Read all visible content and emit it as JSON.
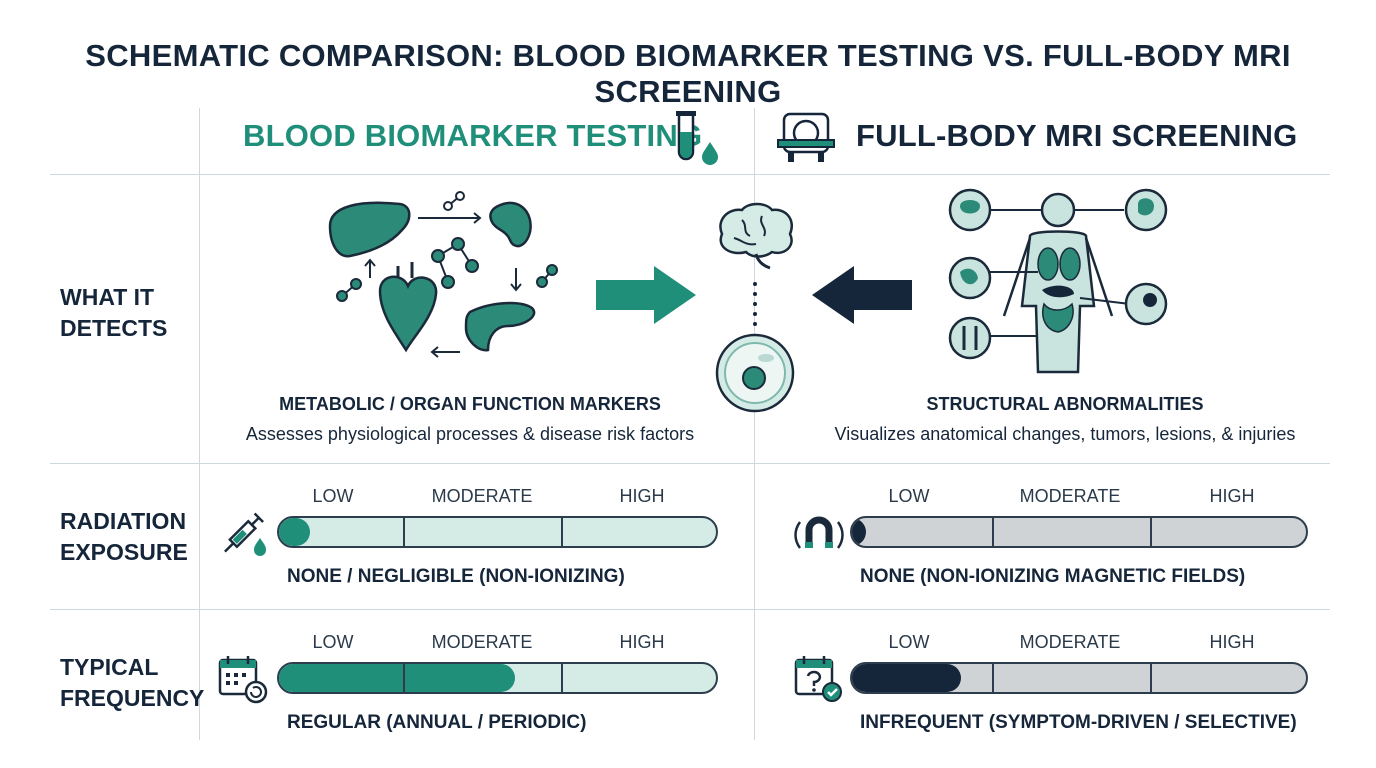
{
  "title": "SCHEMATIC COMPARISON: BLOOD BIOMARKER TESTING VS. FULL-BODY MRI SCREENING",
  "columns": {
    "blood": {
      "heading": "BLOOD BIOMARKER TESTING",
      "color": "#1f8f7a"
    },
    "mri": {
      "heading": "FULL-BODY MRI SCREENING",
      "color": "#16263a"
    }
  },
  "rows": {
    "detects": {
      "label_line1": "WHAT IT",
      "label_line2": "DETECTS",
      "blood_title": "METABOLIC / ORGAN FUNCTION MARKERS",
      "blood_desc": "Assesses physiological processes & disease risk factors",
      "mri_title": "STRUCTURAL ABNORMALITIES",
      "mri_desc": "Visualizes anatomical changes, tumors, lesions, & injuries"
    },
    "radiation": {
      "label_line1": "RADIATION",
      "label_line2": "EXPOSURE",
      "scale": [
        "LOW",
        "MODERATE",
        "HIGH"
      ],
      "blood_level": 0.07,
      "mri_level": 0.03,
      "blood_text": "NONE / NEGLIGIBLE (NON-IONIZING)",
      "mri_text": "NONE (NON-IONIZING MAGNETIC FIELDS)"
    },
    "frequency": {
      "label_line1": "TYPICAL",
      "label_line2": "FREQUENCY",
      "scale": [
        "LOW",
        "MODERATE",
        "HIGH"
      ],
      "blood_level": 0.54,
      "mri_level": 0.24,
      "blood_text": "REGULAR (ANNUAL / PERIODIC)",
      "mri_text": "INFREQUENT (SYMPTOM-DRIVEN / SELECTIVE)"
    }
  },
  "colors": {
    "teal": "#1f8f7a",
    "teal_light": "#d5ebe6",
    "navy": "#16263a",
    "gray_light": "#cfd3d6"
  },
  "icons": {
    "blood_header": "test-tube-drop-icon",
    "mri_header": "mri-scanner-icon",
    "radiation_blood": "syringe-icon",
    "radiation_mri": "magnet-icon",
    "frequency_blood": "calendar-repeat-icon",
    "frequency_mri": "calendar-question-icon"
  }
}
